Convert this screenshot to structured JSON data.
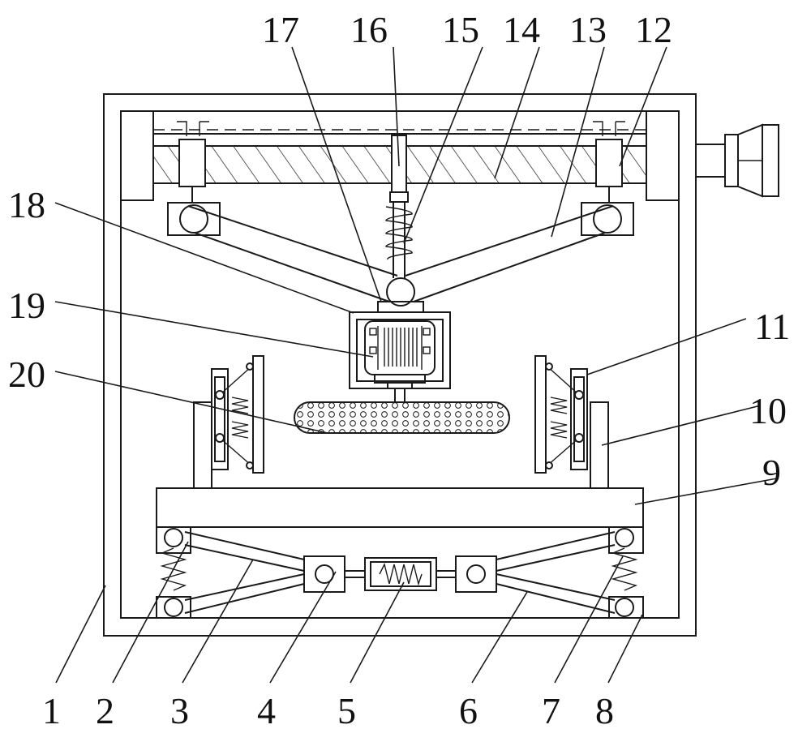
{
  "diagram": {
    "labels": [
      "1",
      "2",
      "3",
      "4",
      "5",
      "6",
      "7",
      "8",
      "9",
      "10",
      "11",
      "12",
      "13",
      "14",
      "15",
      "16",
      "17",
      "18",
      "19",
      "20"
    ]
  },
  "colors": {
    "line": "#1a1a1a",
    "background": "#ffffff"
  }
}
